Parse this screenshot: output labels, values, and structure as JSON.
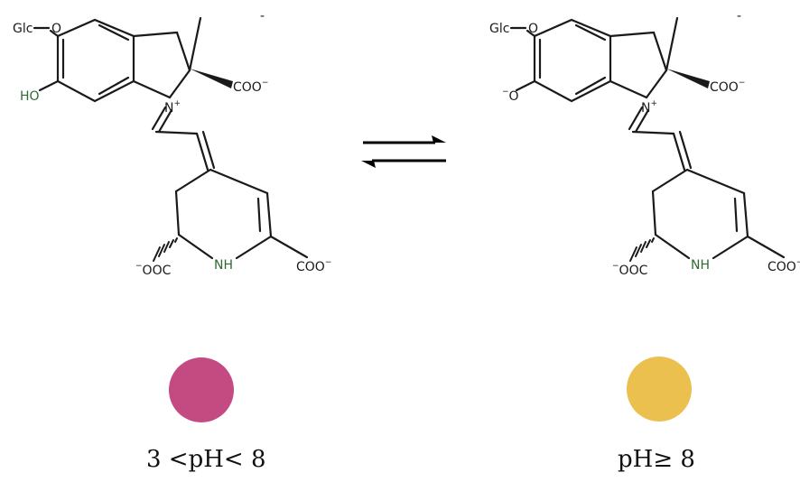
{
  "left_molecule": {
    "glycoside": "Glc",
    "oxygen": "O",
    "hydroxyl": "HO",
    "carboxylate_top": "COO",
    "carboxylate_top_charge": "−",
    "nitrogen": "N",
    "nitrogen_charge": "+",
    "carboxylate_left": "OOC",
    "carboxylate_left_charge": "−",
    "ring_nh": "NH",
    "carboxylate_right": "COO",
    "carboxylate_right_charge": "−",
    "stray_mark": "-"
  },
  "right_molecule": {
    "glycoside": "Glc",
    "oxygen": "O",
    "phenoxide": "O",
    "phenoxide_charge": "−",
    "carboxylate_top": "COO",
    "carboxylate_top_charge": "−",
    "nitrogen": "N",
    "nitrogen_charge": "+",
    "carboxylate_left": "OOC",
    "carboxylate_left_charge": "−",
    "ring_nh": "NH",
    "carboxylate_right": "COO",
    "carboxylate_right_charge": "−",
    "stray_mark": "-"
  },
  "left_state": {
    "color": "#c44a82",
    "label": "3 <pH< 8"
  },
  "right_state": {
    "color": "#ecc04f",
    "label": "pH≥ 8"
  }
}
